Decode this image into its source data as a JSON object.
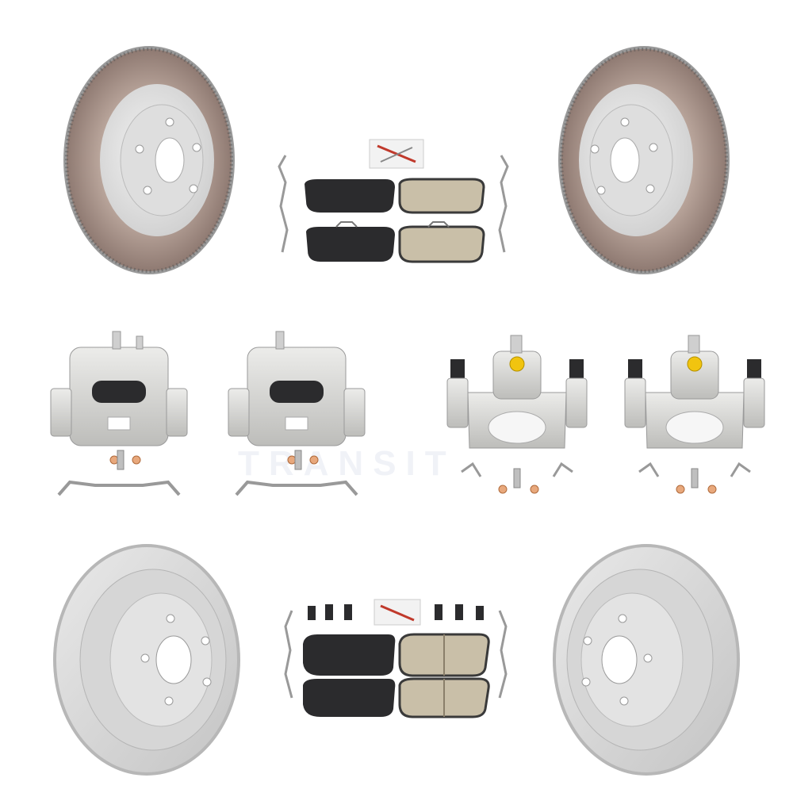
{
  "watermark": {
    "text": "TRANSIT"
  },
  "colors": {
    "rotor_face": "#dcdcdc",
    "rotor_friction": "#a48f86",
    "caliper": "#d9d9d6",
    "pad_black": "#2b2b2d",
    "pad_ceramic": "#c9bfa8",
    "hub_accent": "#f1c40f"
  },
  "parts": [
    "front-rotor-left",
    "front-rotor-right",
    "rear-pad-set",
    "front-caliper-left",
    "front-caliper-right",
    "rear-caliper-left",
    "rear-caliper-right",
    "rear-rotor-left",
    "rear-rotor-right",
    "front-pad-set"
  ]
}
